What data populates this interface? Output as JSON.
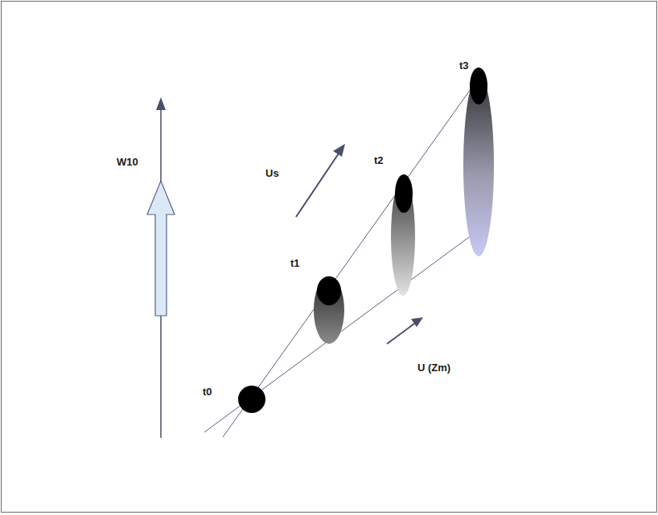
{
  "diagram": {
    "labels": [
      "W10",
      "Us",
      "t0",
      "t1",
      "t2",
      "t3",
      "U (Zm)"
    ]
  }
}
